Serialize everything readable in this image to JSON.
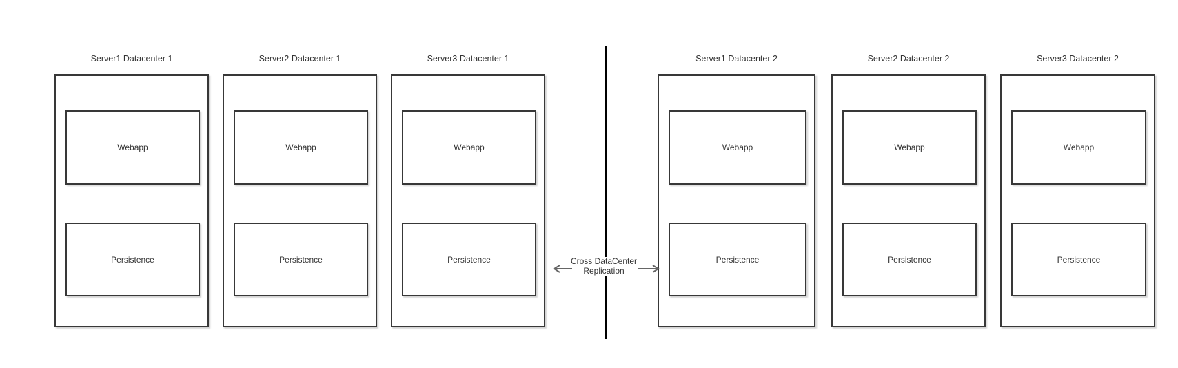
{
  "diagram": {
    "servers": [
      {
        "title": "Server1 Datacenter 1",
        "webapp_label": "Webapp",
        "persistence_label": "Persistence"
      },
      {
        "title": "Server2 Datacenter 1",
        "webapp_label": "Webapp",
        "persistence_label": "Persistence"
      },
      {
        "title": "Server3 Datacenter 1",
        "webapp_label": "Webapp",
        "persistence_label": "Persistence"
      },
      {
        "title": "Server1 Datacenter 2",
        "webapp_label": "Webapp",
        "persistence_label": "Persistence"
      },
      {
        "title": "Server2 Datacenter 2",
        "webapp_label": "Webapp",
        "persistence_label": "Persistence"
      },
      {
        "title": "Server3 Datacenter 2",
        "webapp_label": "Webapp",
        "persistence_label": "Persistence"
      }
    ],
    "replication_label": {
      "line1": "Cross DataCenter",
      "line2": "Replication"
    },
    "icons": {
      "arrow_left": "left-arrow",
      "arrow_right": "right-arrow"
    },
    "colors": {
      "background": "#ffffff",
      "box_border": "#383838",
      "divider": "#000000",
      "arrow": "#666666",
      "text": "#333333",
      "label_background": "#ffffff"
    }
  }
}
